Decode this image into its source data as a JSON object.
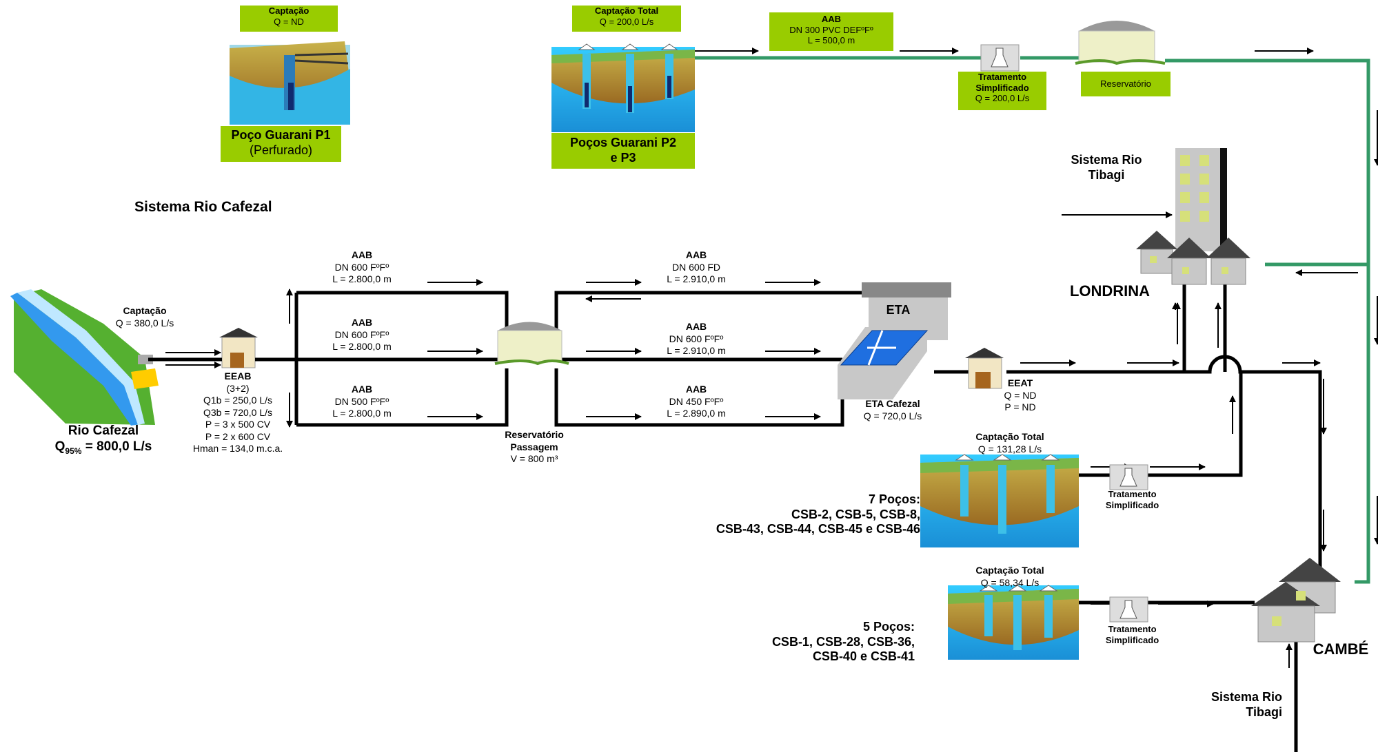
{
  "colors": {
    "pipe": "#000000",
    "green_line": "#339966",
    "label_box": "#99cc00"
  },
  "guarani": {
    "p1_captacao": {
      "title": "Captação",
      "q": "Q = ND"
    },
    "p1_name": "Poço Guarani P1",
    "p1_sub": "(Perfurado)",
    "p23_captacao": {
      "title": "Captação Total",
      "q": "Q = 200,0 L/s"
    },
    "p23_name": "Poços Guarani P2 e P3",
    "aab": {
      "title": "AAB",
      "dn": "DN 300 PVC DEFºFº",
      "l": "L = 500,0 m"
    },
    "tratamento": {
      "title": "Tratamento Simplificado",
      "q": "Q = 200,0 L/s"
    },
    "reservatorio": "Reservatório"
  },
  "sistema_cafezal_title": "Sistema Rio Cafezal",
  "rio": {
    "captacao_title": "Captação",
    "captacao_q": "Q = 380,0 L/s",
    "name": "Rio Cafezal",
    "q95_label": "Q",
    "q95_sub": "95%",
    "q95_value": " = 800,0 L/s"
  },
  "eeab": {
    "title": "EEAB",
    "lines": [
      "(3+2)",
      "Q1b = 250,0 L/s",
      "Q3b = 720,0 L/s",
      "P = 3 x 500 CV",
      "P = 2 x 600 CV",
      "Hman = 134,0 m.c.a."
    ]
  },
  "aab_left": [
    {
      "title": "AAB",
      "dn": "DN 600 FºFº",
      "l": "L = 2.800,0 m"
    },
    {
      "title": "AAB",
      "dn": "DN 600 FºFº",
      "l": "L = 2.800,0 m"
    },
    {
      "title": "AAB",
      "dn": "DN 500 FºFº",
      "l": "L = 2.800,0 m"
    }
  ],
  "reservatorio_passagem": {
    "title1": "Reservatório",
    "title2": "Passagem",
    "v": "V = 800 m³"
  },
  "aab_right": [
    {
      "title": "AAB",
      "dn": "DN 600 FD",
      "l": "L = 2.910,0 m"
    },
    {
      "title": "AAB",
      "dn": "DN 600 FºFº",
      "l": "L = 2.910,0 m"
    },
    {
      "title": "AAB",
      "dn": "DN 450 FºFº",
      "l": "L = 2.890,0 m"
    }
  ],
  "eta": {
    "roof_label": "ETA",
    "name": "ETA Cafezal",
    "q": "Q = 720,0 L/s"
  },
  "eeat": {
    "title": "EEAT",
    "q": "Q = ND",
    "p": "P = ND"
  },
  "sistema_tibagi_top": [
    "Sistema Rio",
    "Tibagi"
  ],
  "londrina": "LONDRINA",
  "pocos7": {
    "captacao_title": "Captação Total",
    "captacao_q": "Q = 131,28 L/s",
    "lines": [
      "7 Poços:",
      "CSB-2, CSB-5, CSB-8,",
      "CSB-43, CSB-44, CSB-45 e CSB-46"
    ],
    "tratamento": "Tratamento Simplificado"
  },
  "pocos5": {
    "captacao_title": "Captação Total",
    "captacao_q": "Q = 58,34 L/s",
    "lines": [
      "5 Poços:",
      "CSB-1, CSB-28, CSB-36,",
      "CSB-40 e CSB-41"
    ],
    "tratamento": "Tratamento Simplificado"
  },
  "cambe": "CAMBÉ",
  "sistema_tibagi_bottom": [
    "Sistema Rio",
    "Tibagi"
  ]
}
